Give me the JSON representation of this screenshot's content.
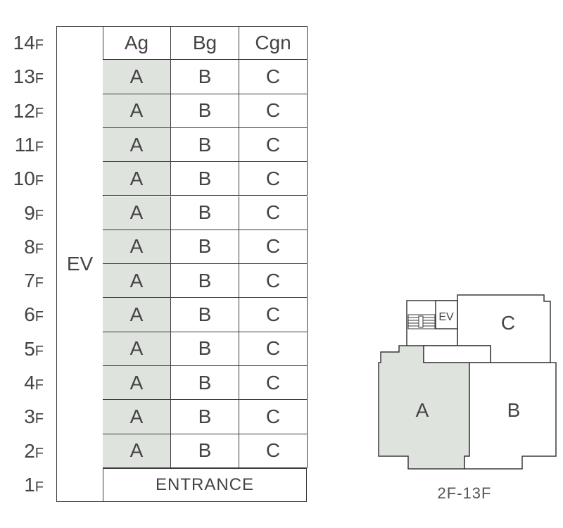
{
  "floors": [
    "14F",
    "13F",
    "12F",
    "11F",
    "10F",
    "9F",
    "8F",
    "7F",
    "6F",
    "5F",
    "4F",
    "3F",
    "2F",
    "1F"
  ],
  "units_header": [
    "Ag",
    "Bg",
    "Cgn"
  ],
  "unit_row": [
    "A",
    "B",
    "C"
  ],
  "ev_label": "EV",
  "entrance_label": "ENTRANCE",
  "plan": {
    "unit_a": "A",
    "unit_b": "B",
    "unit_c": "C",
    "ev": "EV",
    "caption": "2F-13F"
  },
  "colors": {
    "shaded": "#dfe3de",
    "line": "#3a3a3a"
  }
}
